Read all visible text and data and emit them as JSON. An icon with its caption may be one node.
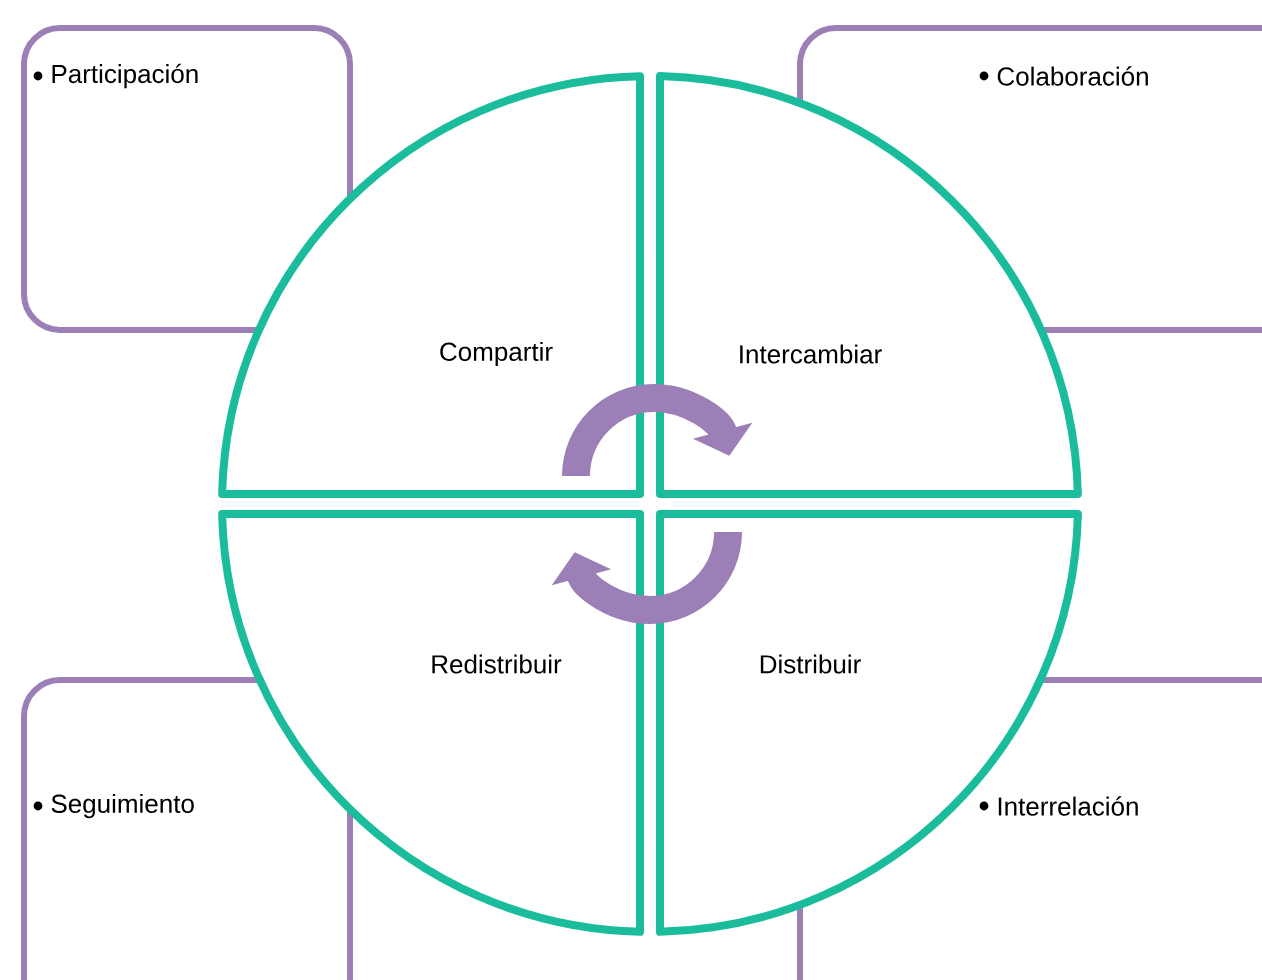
{
  "diagram": {
    "nodes": [
      {
        "text": [
          "Participación"
        ]
      },
      {
        "text": [
          "Colaboración"
        ]
      },
      {
        "text": [
          "Seguimiento"
        ]
      },
      {
        "text": [
          "Interrelación"
        ]
      },
      {
        "text": [
          "Compartir"
        ]
      },
      {
        "text": [
          "Intercambiar"
        ]
      },
      {
        "text": [
          "Redistribuir"
        ]
      },
      {
        "text": [
          "Distribuir"
        ]
      }
    ],
    "edges": [
      {
        "from": 4,
        "to": 5,
        "arrow": "to"
      },
      {
        "from": 7,
        "to": 6,
        "arrow": "to"
      }
    ]
  }
}
